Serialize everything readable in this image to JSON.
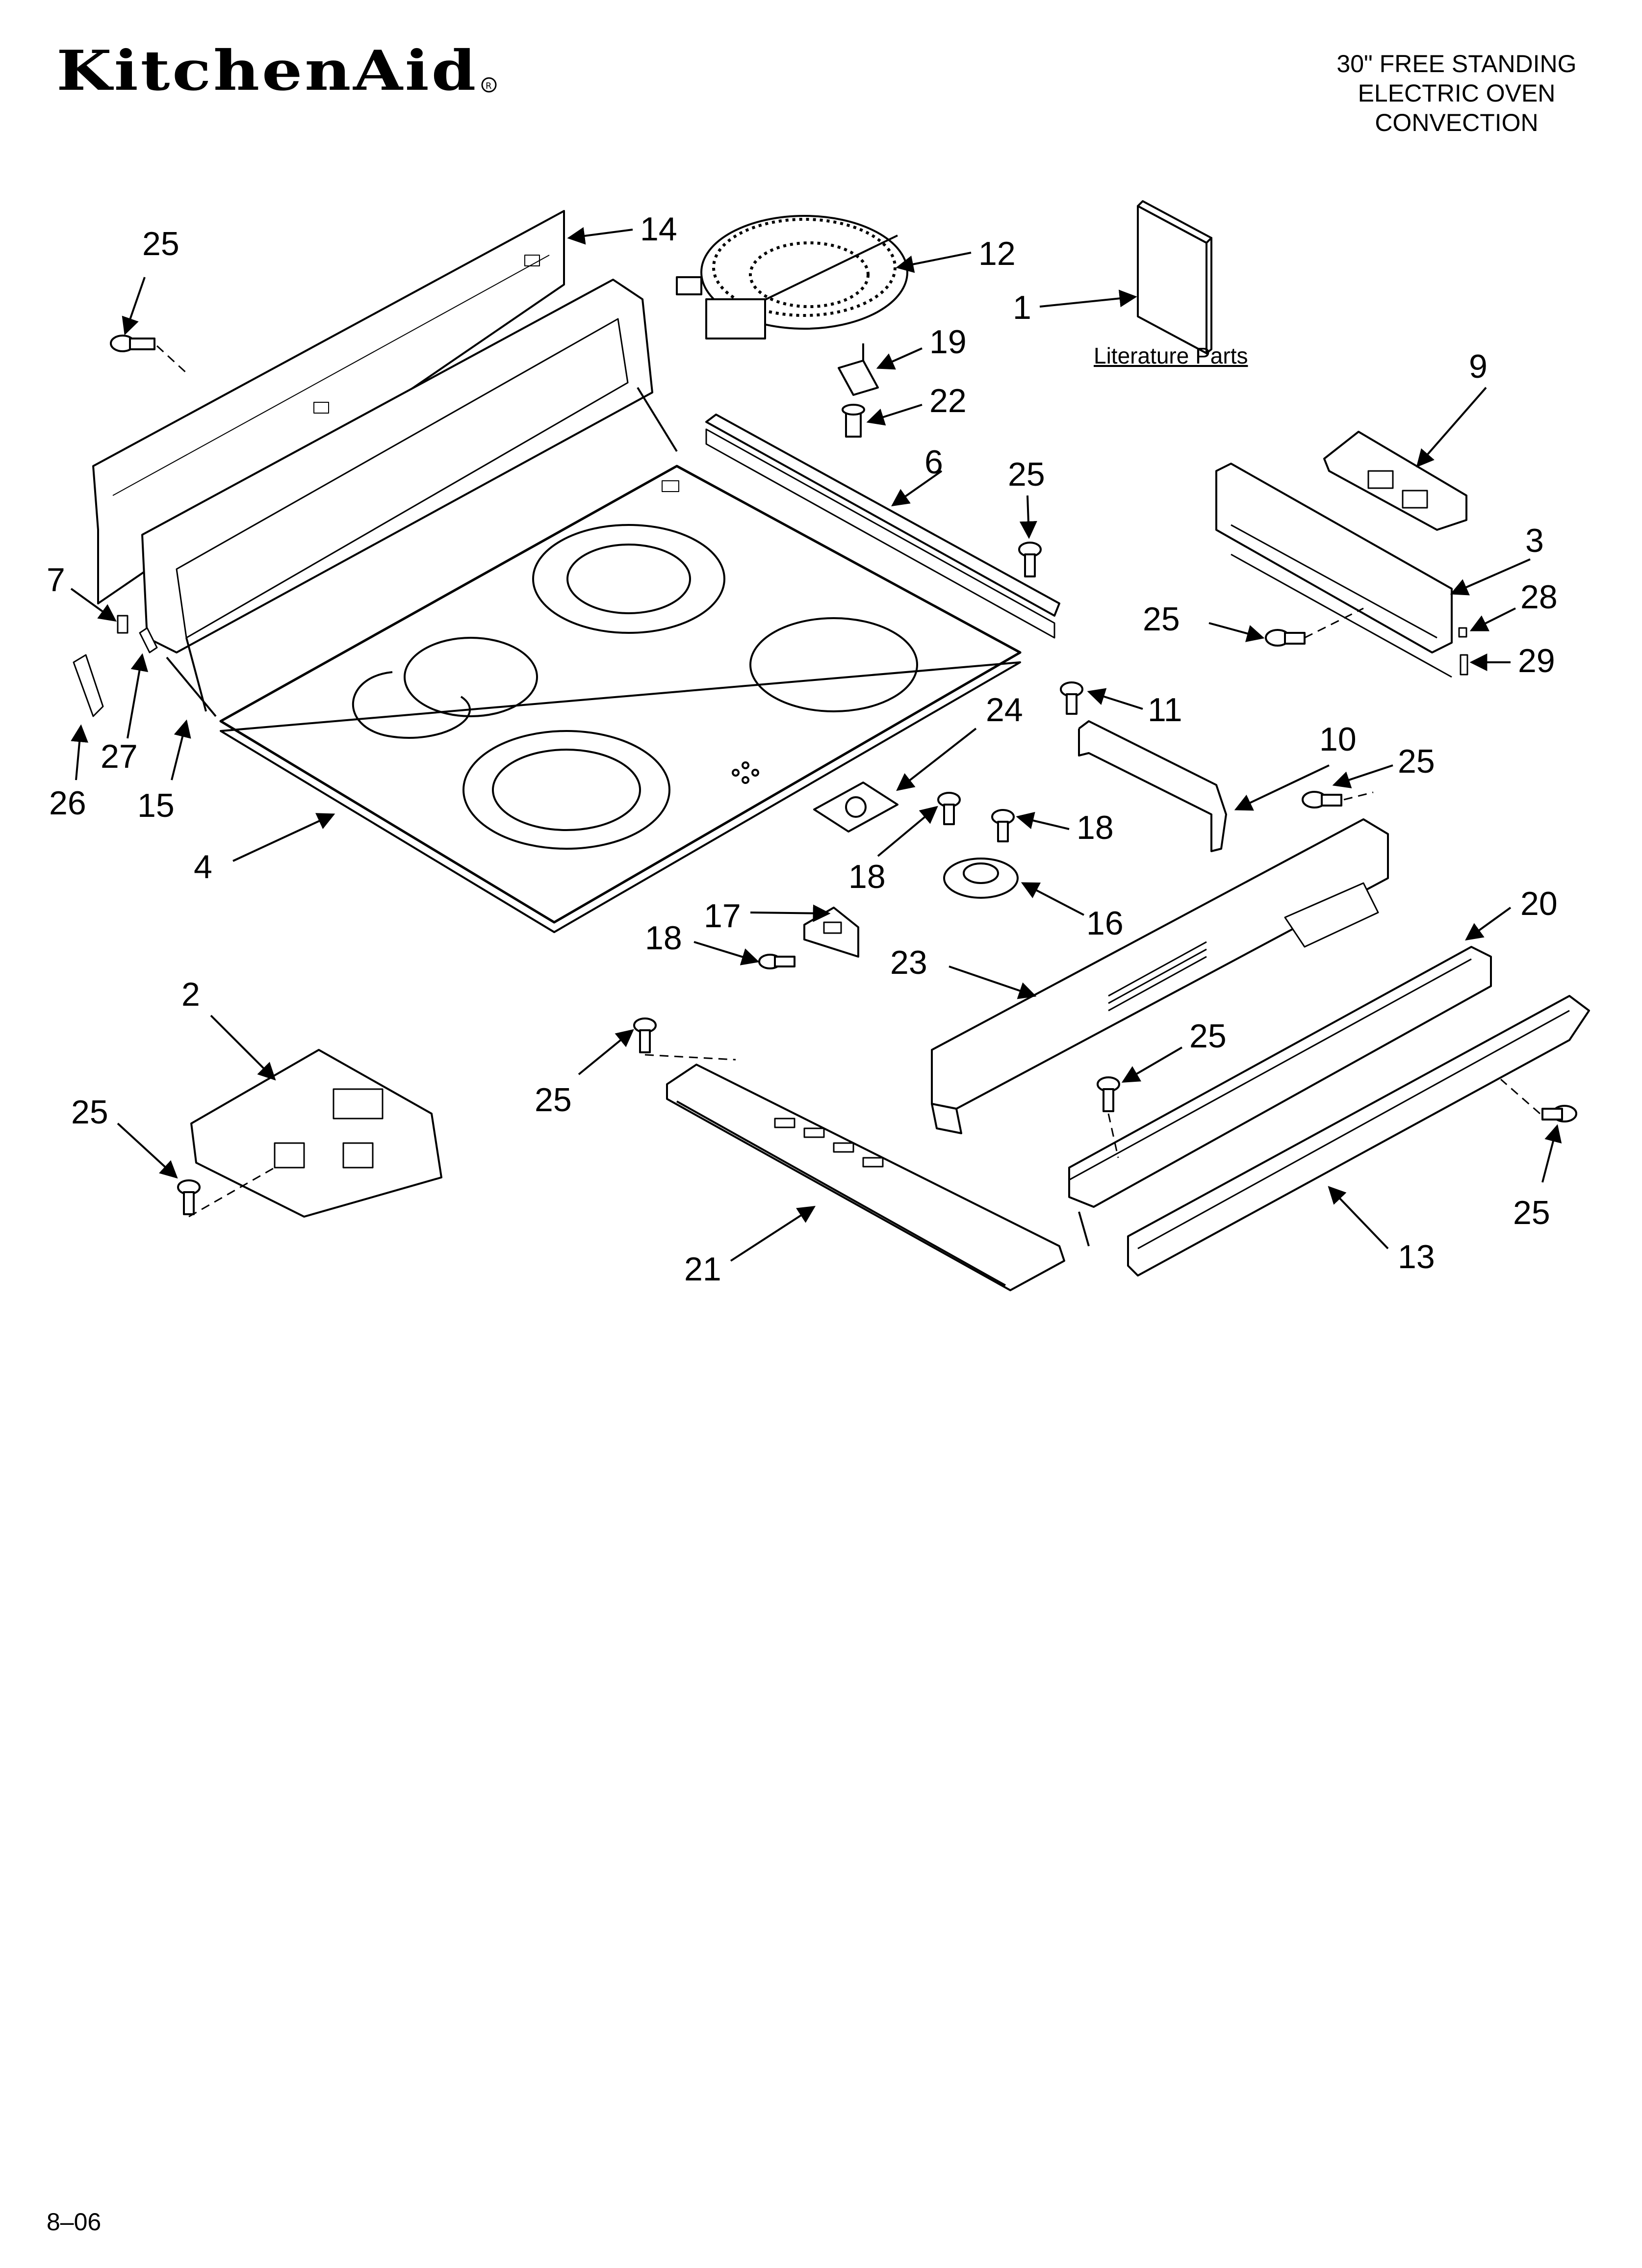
{
  "brand": {
    "name": "KitchenAid"
  },
  "header": {
    "line1": "30\" FREE STANDING",
    "line2": "ELECTRIC OVEN",
    "line3": "CONVECTION"
  },
  "literature_label": "Literature Parts",
  "footer": {
    "code": "8–06"
  },
  "callouts": {
    "c25a": "25",
    "c14": "14",
    "c12": "12",
    "c1": "1",
    "c19": "19",
    "c22": "22",
    "c9": "9",
    "c6": "6",
    "c25b": "25",
    "c3": "3",
    "c7": "7",
    "c25c": "25",
    "c28": "28",
    "c29": "29",
    "c24": "24",
    "c11": "11",
    "c10": "10",
    "c25d": "25",
    "c26": "26",
    "c27": "27",
    "c15": "15",
    "c4": "4",
    "c18a": "18",
    "c18b": "18",
    "c16": "16",
    "c17": "17",
    "c18c": "18",
    "c23": "23",
    "c20": "20",
    "c2": "2",
    "c25e": "25",
    "c25f": "25",
    "c25g": "25",
    "c25h": "25",
    "c21": "21",
    "c13": "13"
  }
}
